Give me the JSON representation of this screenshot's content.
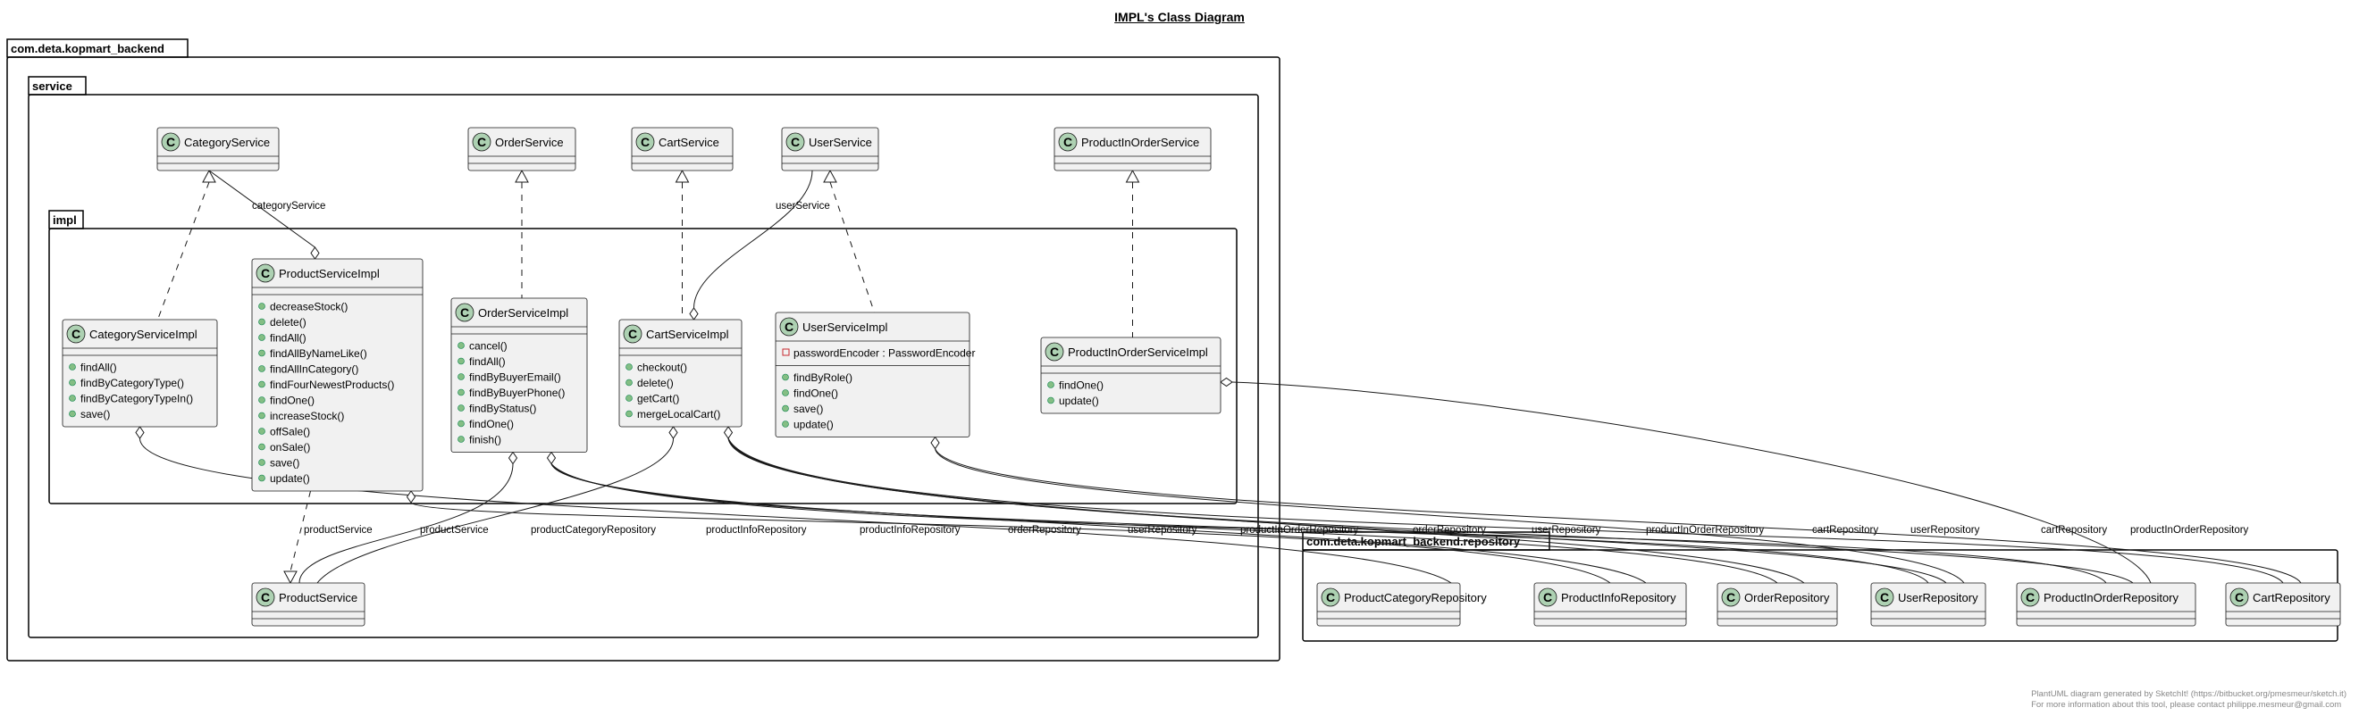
{
  "title": "IMPL's Class Diagram",
  "packages": {
    "root": "com.deta.kopmart_backend",
    "service": "service",
    "impl": "impl",
    "repository": "com.deta.kopmart_backend.repository"
  },
  "classes": {
    "CategoryService": {
      "name": "CategoryService",
      "members": []
    },
    "OrderService": {
      "name": "OrderService",
      "members": []
    },
    "CartService": {
      "name": "CartService",
      "members": []
    },
    "UserService": {
      "name": "UserService",
      "members": []
    },
    "ProductInOrderService": {
      "name": "ProductInOrderService",
      "members": []
    },
    "ProductService": {
      "name": "ProductService",
      "members": []
    },
    "CategoryServiceImpl": {
      "name": "CategoryServiceImpl",
      "fields": [],
      "members": [
        "findAll()",
        "findByCategoryType()",
        "findByCategoryTypeIn()",
        "save()"
      ]
    },
    "ProductServiceImpl": {
      "name": "ProductServiceImpl",
      "fields": [],
      "members": [
        "decreaseStock()",
        "delete()",
        "findAll()",
        "findAllByNameLike()",
        "findAllInCategory()",
        "findFourNewestProducts()",
        "findOne()",
        "increaseStock()",
        "offSale()",
        "onSale()",
        "save()",
        "update()"
      ]
    },
    "OrderServiceImpl": {
      "name": "OrderServiceImpl",
      "fields": [],
      "members": [
        "cancel()",
        "findAll()",
        "findByBuyerEmail()",
        "findByBuyerPhone()",
        "findByStatus()",
        "findOne()",
        "finish()"
      ]
    },
    "CartServiceImpl": {
      "name": "CartServiceImpl",
      "fields": [],
      "members": [
        "checkout()",
        "delete()",
        "getCart()",
        "mergeLocalCart()"
      ]
    },
    "UserServiceImpl": {
      "name": "UserServiceImpl",
      "fields": [
        "passwordEncoder : PasswordEncoder"
      ],
      "members": [
        "findByRole()",
        "findOne()",
        "save()",
        "update()"
      ]
    },
    "ProductInOrderServiceImpl": {
      "name": "ProductInOrderServiceImpl",
      "fields": [],
      "members": [
        "findOne()",
        "update()"
      ]
    },
    "ProductCategoryRepository": {
      "name": "ProductCategoryRepository",
      "members": []
    },
    "ProductInfoRepository": {
      "name": "ProductInfoRepository",
      "members": []
    },
    "OrderRepository": {
      "name": "OrderRepository",
      "members": []
    },
    "UserRepository": {
      "name": "UserRepository",
      "members": []
    },
    "ProductInOrderRepository": {
      "name": "ProductInOrderRepository",
      "members": []
    },
    "CartRepository": {
      "name": "CartRepository",
      "members": []
    }
  },
  "relations": [
    {
      "from": "CategoryService",
      "to": "CategoryServiceImpl",
      "kind": "realization",
      "label": ""
    },
    {
      "from": "OrderService",
      "to": "OrderServiceImpl",
      "kind": "realization",
      "label": ""
    },
    {
      "from": "CartService",
      "to": "CartServiceImpl",
      "kind": "realization",
      "label": ""
    },
    {
      "from": "UserService",
      "to": "UserServiceImpl",
      "kind": "realization",
      "label": ""
    },
    {
      "from": "ProductInOrderService",
      "to": "ProductInOrderServiceImpl",
      "kind": "realization",
      "label": ""
    },
    {
      "from": "ProductService",
      "to": "ProductServiceImpl",
      "kind": "realization",
      "label": ""
    },
    {
      "from": "CategoryService",
      "to": "ProductServiceImpl",
      "kind": "aggregation",
      "label": "categoryService"
    },
    {
      "from": "UserService",
      "to": "CartServiceImpl",
      "kind": "aggregation",
      "label": "userService"
    },
    {
      "from": "ProductService",
      "to": "OrderServiceImpl",
      "kind": "aggregation",
      "label": "productService"
    },
    {
      "from": "ProductService",
      "to": "CartServiceImpl",
      "kind": "aggregation",
      "label": "productService"
    },
    {
      "from": "ProductCategoryRepository",
      "to": "CategoryServiceImpl",
      "kind": "aggregation",
      "label": "productCategoryRepository"
    },
    {
      "from": "ProductInfoRepository",
      "to": "ProductServiceImpl",
      "kind": "aggregation",
      "label": "productInfoRepository"
    },
    {
      "from": "ProductInfoRepository",
      "to": "OrderServiceImpl",
      "kind": "aggregation",
      "label": "productInfoRepository"
    },
    {
      "from": "OrderRepository",
      "to": "OrderServiceImpl",
      "kind": "aggregation",
      "label": "orderRepository"
    },
    {
      "from": "UserRepository",
      "to": "OrderServiceImpl",
      "kind": "aggregation",
      "label": "userRepository"
    },
    {
      "from": "ProductInOrderRepository",
      "to": "OrderServiceImpl",
      "kind": "aggregation",
      "label": "productInOrderRepository"
    },
    {
      "from": "OrderRepository",
      "to": "CartServiceImpl",
      "kind": "aggregation",
      "label": "orderRepository"
    },
    {
      "from": "UserRepository",
      "to": "CartServiceImpl",
      "kind": "aggregation",
      "label": "userRepository"
    },
    {
      "from": "ProductInOrderRepository",
      "to": "CartServiceImpl",
      "kind": "aggregation",
      "label": "productInOrderRepository"
    },
    {
      "from": "CartRepository",
      "to": "CartServiceImpl",
      "kind": "aggregation",
      "label": "cartRepository"
    },
    {
      "from": "UserRepository",
      "to": "UserServiceImpl",
      "kind": "aggregation",
      "label": "userRepository"
    },
    {
      "from": "CartRepository",
      "to": "UserServiceImpl",
      "kind": "aggregation",
      "label": "cartRepository"
    },
    {
      "from": "ProductInOrderRepository",
      "to": "ProductInOrderServiceImpl",
      "kind": "aggregation",
      "label": "productInOrderRepository"
    }
  ],
  "footer": {
    "line1": "PlantUML diagram generated by SketchIt! (https://bitbucket.org/pmesmeur/sketch.it)",
    "line2": "For more information about this tool, please contact philippe.mesmeur@gmail.com"
  },
  "colors": {
    "class_fill": "#F1F1F1",
    "class_border": "#181818",
    "circle_fill": "#ADD1B2",
    "public_marker": "#84BE84",
    "private_marker": "#C82930"
  }
}
